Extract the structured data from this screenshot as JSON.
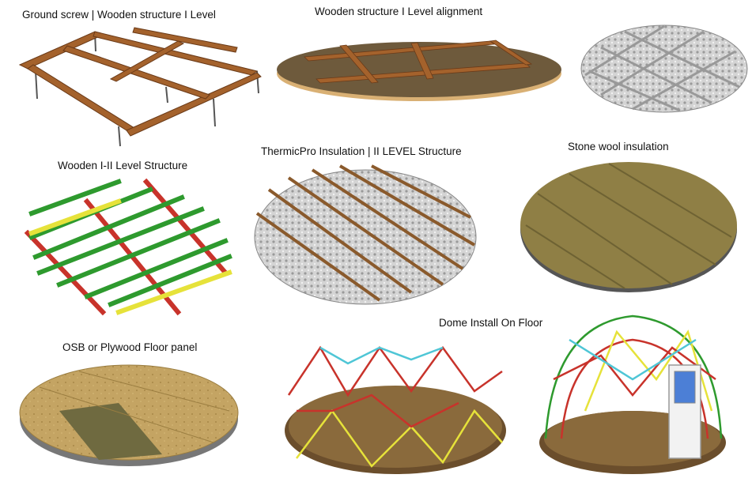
{
  "panels": [
    {
      "label": "Ground screw | Wooden structure I Level"
    },
    {
      "label": "Wooden structure I Level alignment"
    },
    {
      "label": ""
    },
    {
      "label": "Wooden I-II Level Structure"
    },
    {
      "label": "ThermicPro Insulation | II LEVEL Structure"
    },
    {
      "label": "Stone wool insulation"
    },
    {
      "label": "Dome Install On Floor"
    },
    {
      "label": "OSB or Plywood Floor panel"
    }
  ],
  "colors": {
    "wood": "#9b5a2a",
    "osb": "#b79a5a",
    "insulation": "#c9c9c9",
    "green": "#2e9a2e",
    "red": "#c8332b",
    "yellow": "#e6e23a",
    "cyan": "#4fc6d6"
  }
}
